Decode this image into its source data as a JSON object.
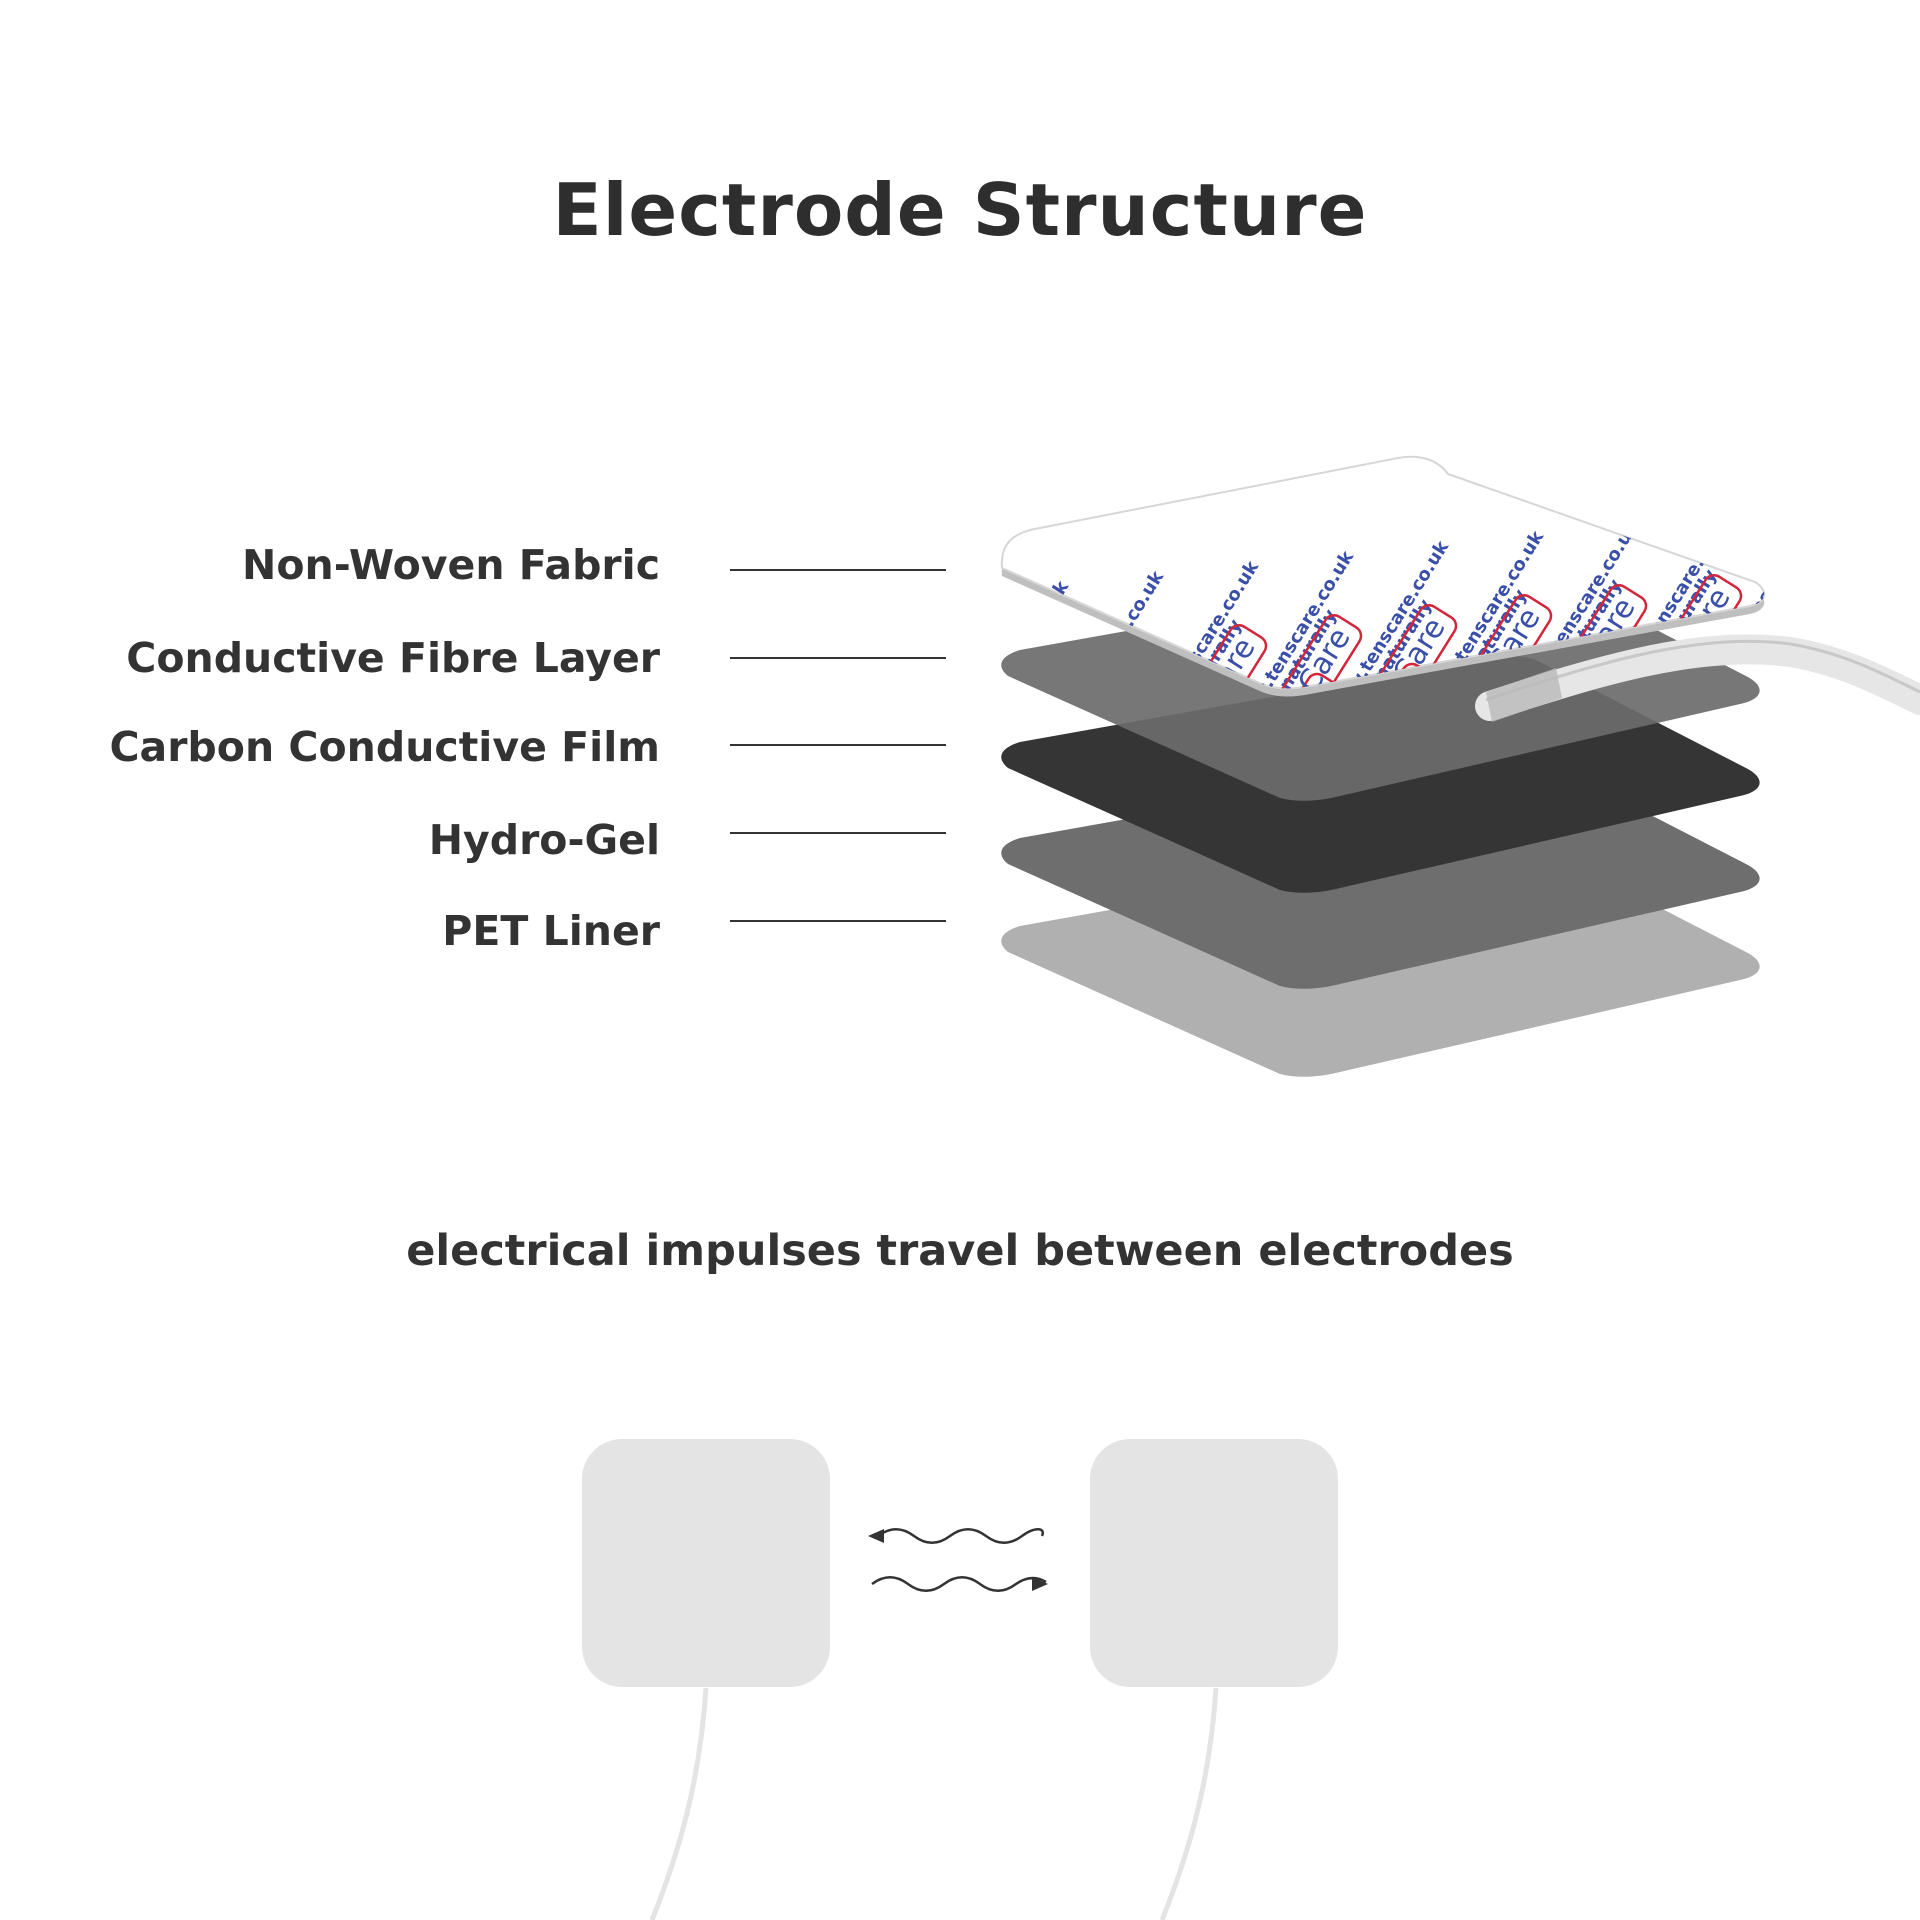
{
  "title": "Electrode Structure",
  "layers": [
    {
      "label": "Non-Woven Fabric",
      "color": "#ffffff"
    },
    {
      "label": "Conductive Fibre Layer",
      "color": "#6b6b6b"
    },
    {
      "label": "Carbon Conductive Film",
      "color": "#353535"
    },
    {
      "label": "Hydro-Gel",
      "color": "#6e6e6e"
    },
    {
      "label": "PET Liner",
      "color": "#b0b0b0"
    }
  ],
  "fabric_print": {
    "brand": "TensCare",
    "slogan": "feel better naturally",
    "url": "www.tenscare.co.uk",
    "brand_color": "#d3263a",
    "text_color": "#3a4fa8"
  },
  "caption": "electrical impulses travel between electrodes",
  "electrode_color": "#e4e4e4",
  "lead_color": "#e4e4e4"
}
